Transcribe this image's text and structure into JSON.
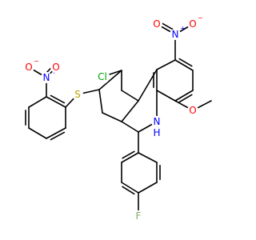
{
  "molecule": {
    "colors": {
      "bond": "#000000",
      "Cl": "#00a000",
      "O": "#ff0000",
      "N": "#0000ff",
      "S": "#b8a400",
      "F": "#80b060",
      "H": "#0000ff"
    },
    "atoms": [
      {
        "id": "cl",
        "text": "Cl",
        "el": "Cl"
      },
      {
        "id": "o_nitro_top_left",
        "text": "O",
        "el": "O"
      },
      {
        "id": "n_nitro_top",
        "text": "N",
        "el": "N",
        "charge": "+"
      },
      {
        "id": "o_nitro_top_right",
        "text": "O",
        "el": "O",
        "charge": "−"
      },
      {
        "id": "o_methoxy",
        "text": "O",
        "el": "O"
      },
      {
        "id": "n_amine",
        "text": "N",
        "el": "N"
      },
      {
        "id": "h_amine",
        "text": "H",
        "el": "H"
      },
      {
        "id": "s_thio",
        "text": "S",
        "el": "S"
      },
      {
        "id": "o_nitro_left_top",
        "text": "O",
        "el": "O",
        "charge": "−"
      },
      {
        "id": "n_nitro_left",
        "text": "N",
        "el": "N",
        "charge": "+"
      },
      {
        "id": "o_nitro_left_bottom",
        "text": "O",
        "el": "O"
      },
      {
        "id": "f_fluoro",
        "text": "F",
        "el": "F"
      }
    ]
  }
}
